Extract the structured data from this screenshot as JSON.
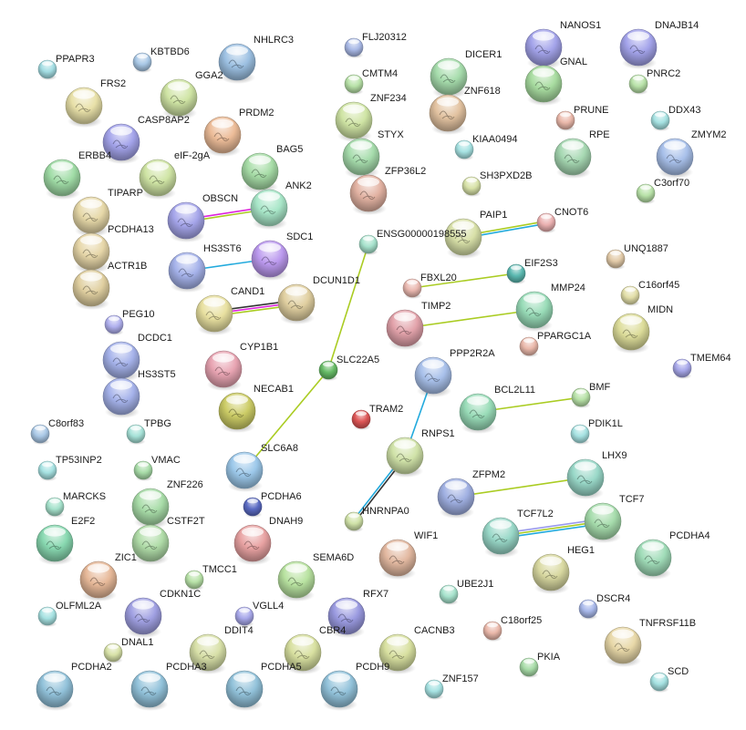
{
  "network": {
    "nodes": [
      {
        "label": "PPAPR3",
        "color": "#a3dde3"
      },
      {
        "label": "KBTBD6",
        "color": "#a9c8e6"
      },
      {
        "label": "NHLRC3",
        "color": "#9cc0e2"
      },
      {
        "label": "FRS2",
        "color": "#e8e0a8"
      },
      {
        "label": "GGA2",
        "color": "#cfe4a4"
      },
      {
        "label": "CASP8AP2",
        "color": "#a3a3ea"
      },
      {
        "label": "PRDM2",
        "color": "#ecbc98"
      },
      {
        "label": "ERBB4",
        "color": "#a0dca6"
      },
      {
        "label": "eIF-2gA",
        "color": "#cfe4a4"
      },
      {
        "label": "BAG5",
        "color": "#a6dca6"
      },
      {
        "label": "TIPARP",
        "color": "#e6d8a8"
      },
      {
        "label": "ANK2",
        "color": "#a8e6c8"
      },
      {
        "label": "OBSCN",
        "color": "#a5a5ea"
      },
      {
        "label": "PCDHA13",
        "color": "#e6d6a8"
      },
      {
        "label": "SDC1",
        "color": "#bb99ee"
      },
      {
        "label": "HS3ST6",
        "color": "#a5b2ea"
      },
      {
        "label": "ACTR1B",
        "color": "#e0cfa0"
      },
      {
        "label": "DCUN1D1",
        "color": "#e0cfa0"
      },
      {
        "label": "CAND1",
        "color": "#e8e0a0"
      },
      {
        "label": "PEG10",
        "color": "#b0b0ee"
      },
      {
        "label": "DCDC1",
        "color": "#a5b2ea"
      },
      {
        "label": "CYP1B1",
        "color": "#e8a4b2"
      },
      {
        "label": "HS3ST5",
        "color": "#a5b2ea"
      },
      {
        "label": "NECAB1",
        "color": "#cccc66"
      },
      {
        "label": "C8orf83",
        "color": "#a9c8e6"
      },
      {
        "label": "TPBG",
        "color": "#a6e2d8"
      },
      {
        "label": "TP53INP2",
        "color": "#a6e2e2"
      },
      {
        "label": "VMAC",
        "color": "#a8dca8"
      },
      {
        "label": "SLC6A8",
        "color": "#9cc8ea"
      },
      {
        "label": "ZNF226",
        "color": "#a8dca8"
      },
      {
        "label": "MARCKS",
        "color": "#a6e2cc"
      },
      {
        "label": "PCDHA6",
        "color": "#5a6ac2"
      },
      {
        "label": "E2F2",
        "color": "#88d8b0"
      },
      {
        "label": "CSTF2T",
        "color": "#b0dca8"
      },
      {
        "label": "DNAH9",
        "color": "#e8a2a2"
      },
      {
        "label": "ZIC1",
        "color": "#e6b898"
      },
      {
        "label": "TMCC1",
        "color": "#b8e2a8"
      },
      {
        "label": "SEMA6D",
        "color": "#b8e2a0"
      },
      {
        "label": "OLFML2A",
        "color": "#a6e2e2"
      },
      {
        "label": "CDKN1C",
        "color": "#a0a0e2"
      },
      {
        "label": "VGLL4",
        "color": "#a8a8ea"
      },
      {
        "label": "RFX7",
        "color": "#9a9ae0"
      },
      {
        "label": "DNAL1",
        "color": "#d8e2a8"
      },
      {
        "label": "DDIT4",
        "color": "#d8e0a8"
      },
      {
        "label": "CBR4",
        "color": "#d8e0a0"
      },
      {
        "label": "PCDHA2",
        "color": "#92c2da"
      },
      {
        "label": "PCDHA3",
        "color": "#92c2da"
      },
      {
        "label": "PCDHA5",
        "color": "#92c2da"
      },
      {
        "label": "PCDH9",
        "color": "#92c2da"
      },
      {
        "label": "FLJ20312",
        "color": "#a9b9e6"
      },
      {
        "label": "CMTM4",
        "color": "#b8e2a8"
      },
      {
        "label": "ZNF234",
        "color": "#cfe4a4"
      },
      {
        "label": "STYX",
        "color": "#a6dcac"
      },
      {
        "label": "ZFP36L2",
        "color": "#e2b2a2"
      },
      {
        "label": "DICER1",
        "color": "#a6dcac"
      },
      {
        "label": "ZNF618",
        "color": "#e2c2a0"
      },
      {
        "label": "KIAA0494",
        "color": "#a6e2e2"
      },
      {
        "label": "SH3PXD2B",
        "color": "#d8e2a8"
      },
      {
        "label": "NANOS1",
        "color": "#a3a3ea"
      },
      {
        "label": "GNAL",
        "color": "#a8dca0"
      },
      {
        "label": "DNAJB14",
        "color": "#a3a3ea"
      },
      {
        "label": "PNRC2",
        "color": "#b8e2a8"
      },
      {
        "label": "PRUNE",
        "color": "#eab8aa"
      },
      {
        "label": "DDX43",
        "color": "#a6e2e2"
      },
      {
        "label": "RPE",
        "color": "#a6d8b2"
      },
      {
        "label": "ZMYM2",
        "color": "#a8c0ea"
      },
      {
        "label": "C3orf70",
        "color": "#b8e2a8"
      },
      {
        "label": "PAIP1",
        "color": "#d8e0a8"
      },
      {
        "label": "CNOT6",
        "color": "#eab0b0"
      },
      {
        "label": "ENSG00000198555",
        "color": "#a6e2cc"
      },
      {
        "label": "UNQ1887",
        "color": "#e2caa8"
      },
      {
        "label": "EIF2S3",
        "color": "#5ab8b0"
      },
      {
        "label": "FBXL20",
        "color": "#eab8b0"
      },
      {
        "label": "C16orf45",
        "color": "#e2dea8"
      },
      {
        "label": "MMP24",
        "color": "#99dcb8"
      },
      {
        "label": "TIMP2",
        "color": "#e2a2aa"
      },
      {
        "label": "MIDN",
        "color": "#dcdc99"
      },
      {
        "label": "PPARGC1A",
        "color": "#eab8aa"
      },
      {
        "label": "TMEM64",
        "color": "#a8a8ea"
      },
      {
        "label": "SLC22A5",
        "color": "#66bb66"
      },
      {
        "label": "PPP2R2A",
        "color": "#a8c0ea"
      },
      {
        "label": "TRAM2",
        "color": "#dd5555"
      },
      {
        "label": "BCL2L11",
        "color": "#99dcb8"
      },
      {
        "label": "BMF",
        "color": "#b8e2a8"
      },
      {
        "label": "PDIK1L",
        "color": "#a6e2e2"
      },
      {
        "label": "RNPS1",
        "color": "#d0e2a8"
      },
      {
        "label": "LHX9",
        "color": "#99d8c8"
      },
      {
        "label": "ZFPM2",
        "color": "#a0b0e2"
      },
      {
        "label": "HNRNPA0",
        "color": "#d0e2a8"
      },
      {
        "label": "TCF7",
        "color": "#a6dcac"
      },
      {
        "label": "TCF7L2",
        "color": "#99d8c8"
      },
      {
        "label": "PCDHA4",
        "color": "#a0dcb8"
      },
      {
        "label": "WIF1",
        "color": "#e2b8a0"
      },
      {
        "label": "HEG1",
        "color": "#d8d8a0"
      },
      {
        "label": "UBE2J1",
        "color": "#a6e2cc"
      },
      {
        "label": "DSCR4",
        "color": "#a8b8ea"
      },
      {
        "label": "C18orf25",
        "color": "#eab8aa"
      },
      {
        "label": "CACNB3",
        "color": "#d8e0a0"
      },
      {
        "label": "TNFRSF11B",
        "color": "#e8d8a8"
      },
      {
        "label": "PKIA",
        "color": "#a8dca8"
      },
      {
        "label": "SCD",
        "color": "#a6e2e2"
      },
      {
        "label": "ZNF157",
        "color": "#a6e2e2"
      }
    ],
    "edges": [
      {
        "from": "OBSCN",
        "to": "ANK2",
        "channels": [
          "#dd22dd",
          "#aacc22"
        ]
      },
      {
        "from": "HS3ST6",
        "to": "SDC1",
        "channels": [
          "#22aadd"
        ]
      },
      {
        "from": "CAND1",
        "to": "DCUN1D1",
        "channels": [
          "#333333",
          "#dd22dd",
          "#aacc22"
        ]
      },
      {
        "from": "ENSG00000198555",
        "to": "SLC22A5",
        "channels": [
          "#aacc22"
        ]
      },
      {
        "from": "SLC22A5",
        "to": "SLC6A8",
        "channels": [
          "#aacc22"
        ]
      },
      {
        "from": "PAIP1",
        "to": "CNOT6",
        "channels": [
          "#aacc22",
          "#22aadd"
        ]
      },
      {
        "from": "FBXL20",
        "to": "EIF2S3",
        "channels": [
          "#aacc22"
        ]
      },
      {
        "from": "TIMP2",
        "to": "MMP24",
        "channels": [
          "#aacc22"
        ]
      },
      {
        "from": "PPP2R2A",
        "to": "RNPS1",
        "channels": [
          "#22aadd"
        ]
      },
      {
        "from": "RNPS1",
        "to": "HNRNPA0",
        "channels": [
          "#333333",
          "#22aadd"
        ]
      },
      {
        "from": "BCL2L11",
        "to": "BMF",
        "channels": [
          "#aacc22"
        ]
      },
      {
        "from": "ZFPM2",
        "to": "LHX9",
        "channels": [
          "#aacc22"
        ]
      },
      {
        "from": "TCF7L2",
        "to": "TCF7",
        "channels": [
          "#9999ee",
          "#aacc22",
          "#22aadd"
        ]
      }
    ]
  }
}
